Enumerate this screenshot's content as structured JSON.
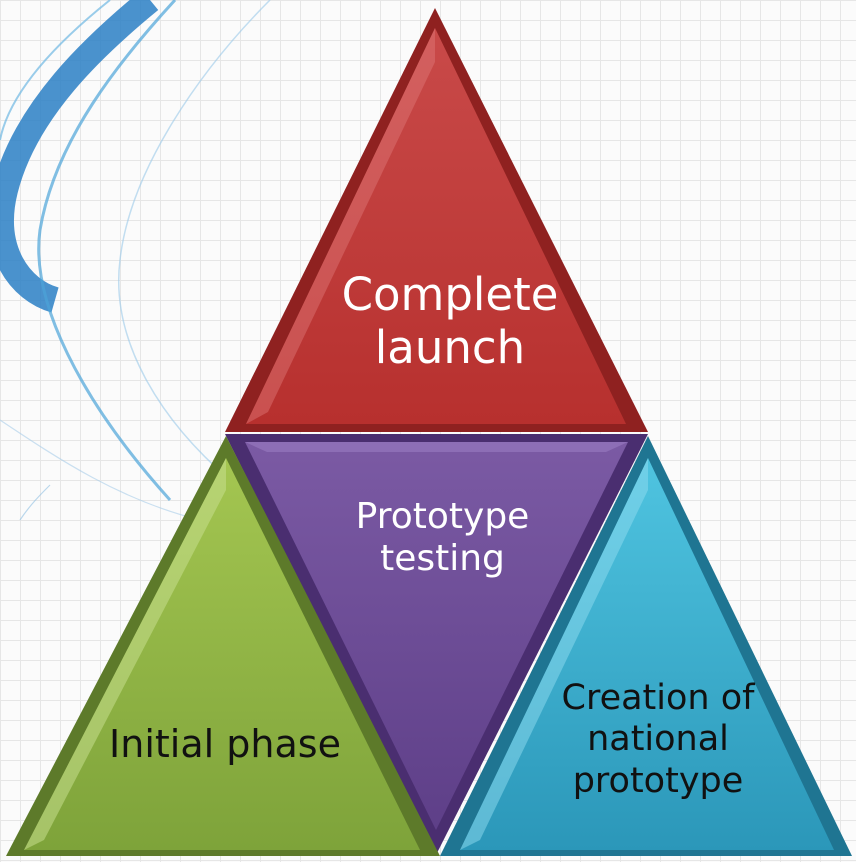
{
  "diagram": {
    "segments": {
      "top": {
        "label": "Complete\nlaunch"
      },
      "middle": {
        "label": "Prototype\ntesting"
      },
      "left": {
        "label": "Initial phase"
      },
      "right": {
        "label": "Creation of\nnational\nprototype"
      }
    }
  }
}
